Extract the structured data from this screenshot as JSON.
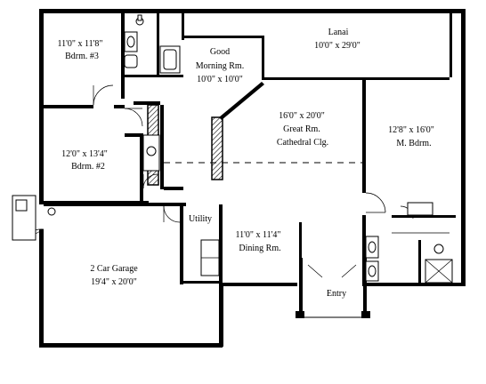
{
  "rooms": {
    "bedroom3": {
      "size": "11'0\" x 11'8\"",
      "name": "Bdrm. #3"
    },
    "good_morning": {
      "name_line1": "Good",
      "name_line2": "Morning Rm.",
      "size": "10'0\" x 10'0\""
    },
    "lanai": {
      "name": "Lanai",
      "size": "10'0\" x 29'0\""
    },
    "bedroom2": {
      "size": "12'0\" x 13'4\"",
      "name": "Bdrm. #2"
    },
    "great_room": {
      "size": "16'0\" x 20'0\"",
      "name": "Great Rm.",
      "note": "Cathedral Clg."
    },
    "master_bedroom": {
      "size": "12'8\" x 16'0\"",
      "name": "M. Bdrm."
    },
    "utility": {
      "name": "Utility"
    },
    "dining": {
      "size": "11'0\" x 11'4\"",
      "name": "Dining Rm."
    },
    "garage": {
      "name": "2 Car Garage",
      "size": "19'4\" x 20'0\""
    },
    "entry": {
      "name": "Entry"
    }
  }
}
